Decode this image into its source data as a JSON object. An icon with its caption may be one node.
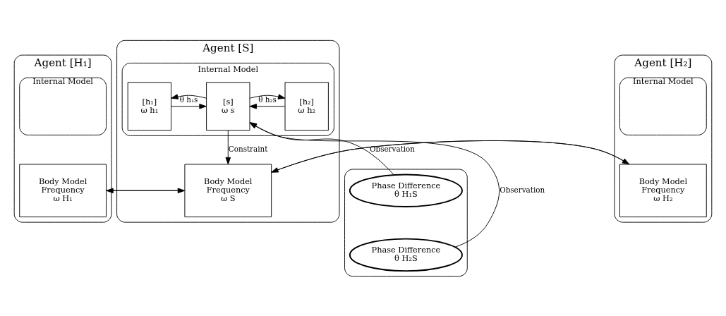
{
  "diagram": {
    "nodes": [
      {
        "text": [
          "Agent [H₁]"
        ]
      },
      {
        "text": [
          "Internal Model"
        ],
        "in": 0
      },
      {
        "text": [
          "Body Model",
          "Frequency",
          "ω H₁"
        ],
        "in": 0
      },
      {
        "text": [
          "Agent [S]"
        ]
      },
      {
        "text": [
          "Internal Model"
        ],
        "in": 3
      },
      {
        "text": [
          "[h₁]",
          "ω h₁"
        ],
        "in": 4
      },
      {
        "text": [
          "[s]",
          "ω s"
        ],
        "in": 4
      },
      {
        "text": [
          "[h₂]",
          "ω h₂"
        ],
        "in": 4
      },
      {
        "text": [
          "Body Model",
          "Frequency",
          "ω S"
        ],
        "in": 3
      },
      {
        "text": [
          "Agent [H₂]"
        ]
      },
      {
        "text": [
          "Internal Model"
        ],
        "in": 9
      },
      {
        "text": [
          "Body Model",
          "Frequency",
          "ω H₂"
        ],
        "in": 9
      },
      {
        "text": [],
        "shape": "box"
      },
      {
        "text": [
          "Phase Difference",
          "θ H₁S"
        ],
        "in": 12
      },
      {
        "text": [
          "Phase Difference",
          "θ H₂S"
        ],
        "in": 12
      }
    ],
    "edges": [
      {
        "from": 5,
        "to": 6,
        "arrow": "to",
        "label": "θ h₁s"
      },
      {
        "from": 6,
        "to": 5,
        "arrow": "to"
      },
      {
        "from": 7,
        "to": 6,
        "arrow": "to",
        "label": "θ h₂s"
      },
      {
        "from": 6,
        "to": 7,
        "arrow": "to"
      },
      {
        "from": 13,
        "to": 6,
        "arrow": "to",
        "label": "Observation"
      },
      {
        "from": 14,
        "to": 6,
        "arrow": "to",
        "label": "Observation"
      },
      {
        "from": 6,
        "to": 8,
        "arrow": "to",
        "label": "Constraint"
      },
      {
        "from": 8,
        "to": 2,
        "arrow": "to"
      },
      {
        "from": 2,
        "to": 8,
        "arrow": "to"
      },
      {
        "from": 8,
        "to": 11,
        "arrow": "to"
      },
      {
        "from": 11,
        "to": 8,
        "arrow": "to"
      }
    ]
  }
}
